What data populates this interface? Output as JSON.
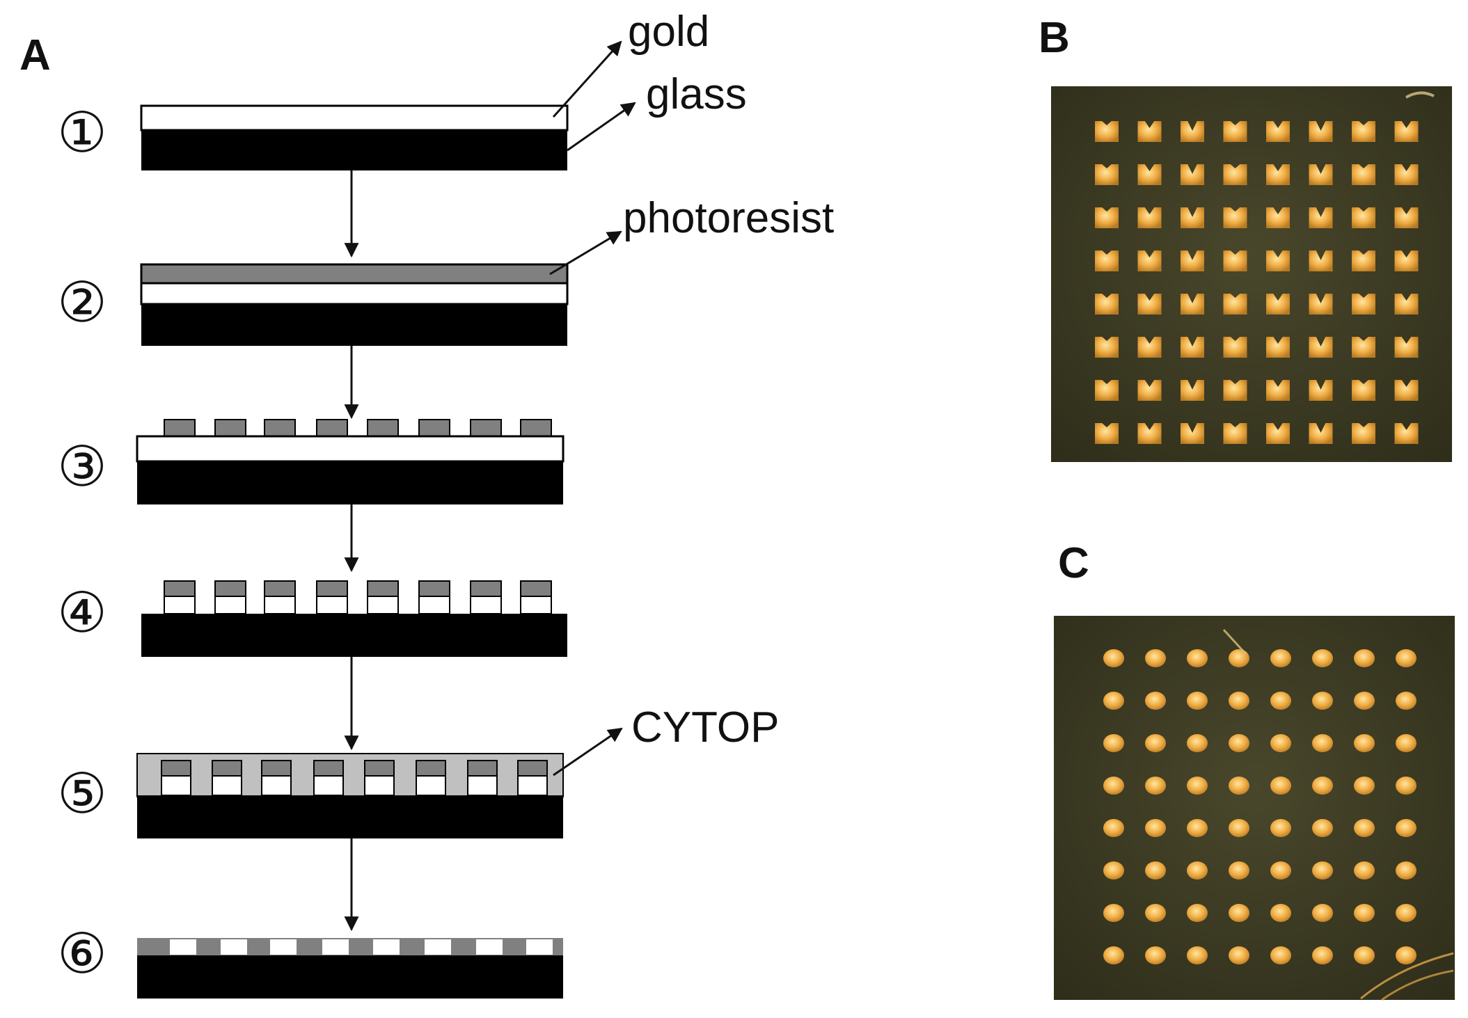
{
  "panels": {
    "a": {
      "letter": "A"
    },
    "b": {
      "letter": "B"
    },
    "c": {
      "letter": "C"
    }
  },
  "layer_labels": {
    "gold": "gold",
    "glass": "glass",
    "photoresist": "photoresist",
    "cytop": "CYTOP"
  },
  "steps": [
    {
      "symbol": "①"
    },
    {
      "symbol": "②"
    },
    {
      "symbol": "③"
    },
    {
      "symbol": "④"
    },
    {
      "symbol": "⑤"
    },
    {
      "symbol": "⑥"
    }
  ],
  "colors": {
    "glass": "#000000",
    "gold_in_diagram": "#ffffff",
    "photoresist": "#808080",
    "cytop": "#c0c0c0",
    "photo_background": "#3b3a22",
    "photo_pad": "#e8a63a"
  },
  "photo_arrays": {
    "rows": 8,
    "cols": 8
  }
}
